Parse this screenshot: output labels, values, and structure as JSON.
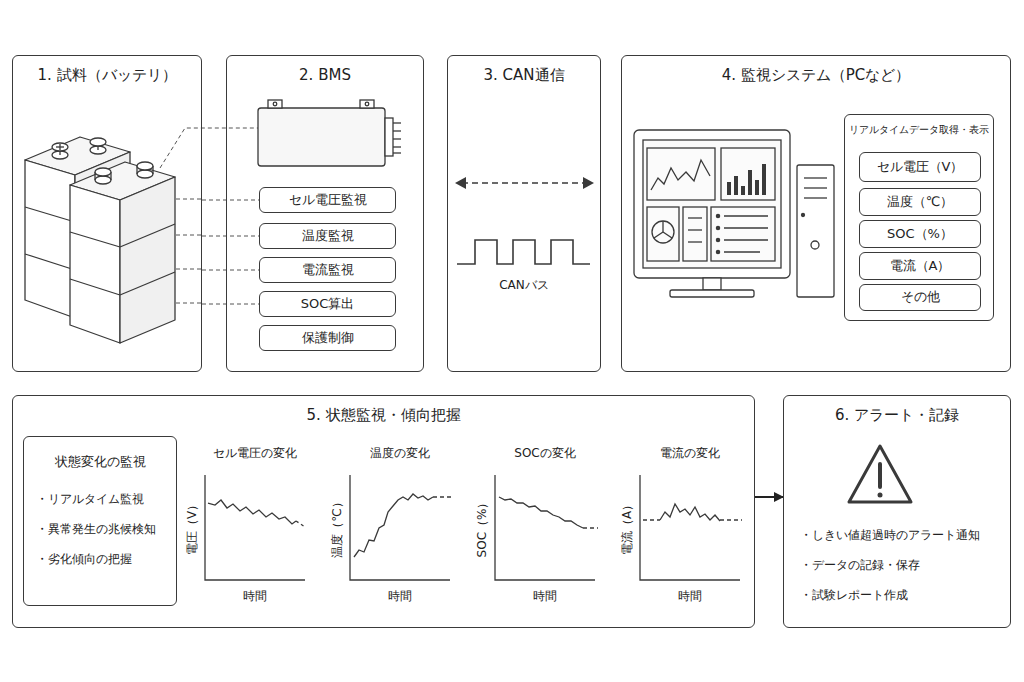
{
  "diagram": {
    "nodes": [
      {
        "text": [
          "1. 試料（バッテリ）"
        ]
      },
      {
        "text": [
          "2. BMS"
        ]
      },
      {
        "text": [
          "セル電圧監視"
        ],
        "in": 1
      },
      {
        "text": [
          "温度監視"
        ],
        "in": 1
      },
      {
        "text": [
          "電流監視"
        ],
        "in": 1
      },
      {
        "text": [
          "SOC算出"
        ],
        "in": 1
      },
      {
        "text": [
          "保護制御"
        ],
        "in": 1
      },
      {
        "text": [
          "3. CAN通信"
        ]
      },
      {
        "text": [
          "4. 監視システム（PCなど）"
        ]
      },
      {
        "text": [
          "リアルタイムデータ取得・表示"
        ],
        "in": 8
      },
      {
        "text": [
          "セル電圧（V）"
        ],
        "in": 9
      },
      {
        "text": [
          "温度（℃）"
        ],
        "in": 9
      },
      {
        "text": [
          "SOC（%）"
        ],
        "in": 9
      },
      {
        "text": [
          "電流（A）"
        ],
        "in": 9
      },
      {
        "text": [
          "その他"
        ],
        "in": 9
      },
      {
        "text": [
          "5. 状態監視・傾向把握"
        ]
      },
      {
        "text": [
          "状態変化の監視",
          "・リアルタイム監視",
          "・異常発生の兆候検知",
          "・劣化傾向の把握"
        ],
        "in": 15
      },
      {
        "text": [
          "6. アラート・記録",
          "・しきい値超過時のアラート通知",
          "・データの記録・保存",
          "・試験レポート作成"
        ]
      }
    ],
    "edges": [
      {
        "from": 0,
        "to": 2,
        "arrow": "none"
      },
      {
        "from": 0,
        "to": 3,
        "arrow": "none"
      },
      {
        "from": 0,
        "to": 4,
        "arrow": "none"
      },
      {
        "from": 0,
        "to": 5,
        "arrow": "none"
      },
      {
        "from": 15,
        "to": 17,
        "arrow": "to"
      }
    ],
    "labels": [
      "CANバス",
      "セル電圧の変化",
      "温度の変化",
      "SOCの変化",
      "電流の変化",
      "電圧（V）",
      "温度（℃）",
      "SOC（%）",
      "電流（A）",
      "時間",
      "時間",
      "時間",
      "時間"
    ]
  }
}
